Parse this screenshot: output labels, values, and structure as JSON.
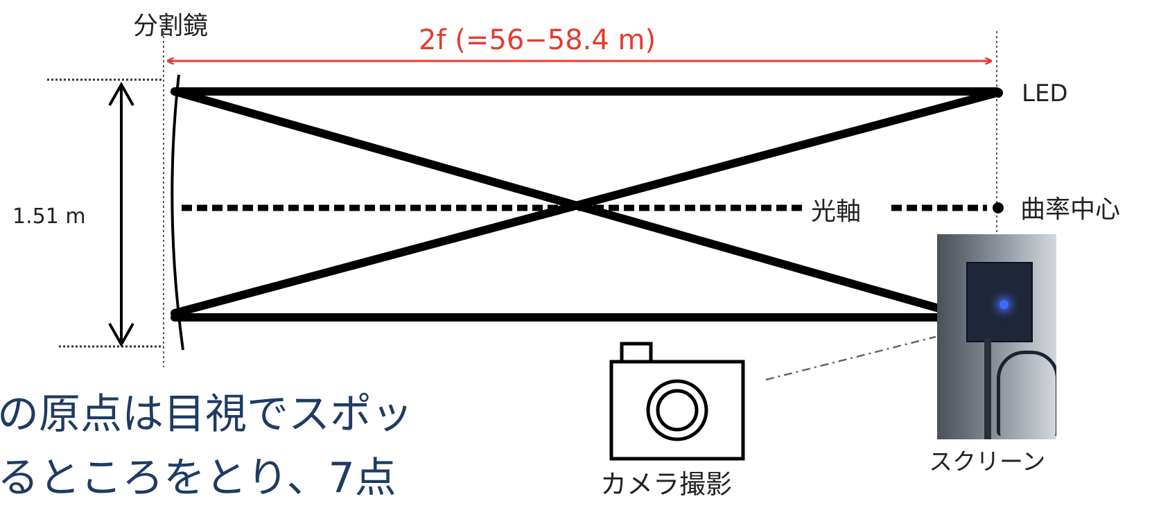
{
  "labels": {
    "mirror": "分割鏡",
    "focal_length": "2f (=56−58.4 m)",
    "led": "LED",
    "optical_axis": "光軸",
    "curvature_center": "曲率中心",
    "mirror_width": "1.51 m",
    "screen": "スクリーン",
    "camera": "カメラ撮影"
  },
  "body_text": {
    "line1": "の原点は目視でスポッ",
    "line2": "るところをとり、7点"
  },
  "colors": {
    "accent_red": "#e8392d",
    "line_black": "#000000",
    "body_text_blue": "#1f3b63"
  },
  "icons": {
    "camera": "camera-icon"
  }
}
